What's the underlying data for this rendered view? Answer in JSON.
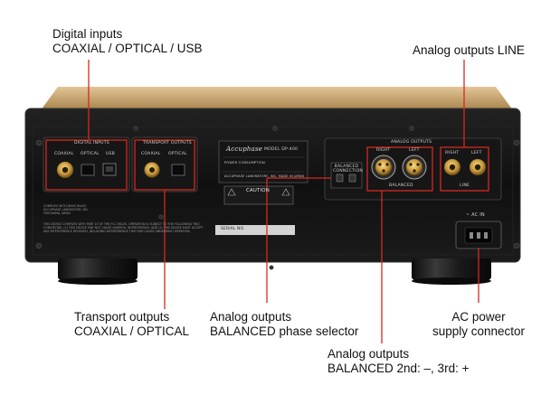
{
  "callouts": {
    "digital_inputs": {
      "line1": "Digital inputs",
      "line2": "COAXIAL / OPTICAL / USB"
    },
    "analog_line": {
      "line1": "Analog outputs LINE"
    },
    "transport_outputs": {
      "line1": "Transport outputs",
      "line2": "COAXIAL / OPTICAL"
    },
    "phase_selector": {
      "line1": "Analog outputs",
      "line2": "BALANCED phase selector"
    },
    "ac_power": {
      "line1": "AC power",
      "line2": "supply connector"
    },
    "balanced_phase": {
      "line1": "Analog outputs",
      "line2": "BALANCED 2nd: –, 3rd: +"
    }
  },
  "panel": {
    "digital_inputs_title": "DIGITAL INPUTS",
    "coaxial": "COAXIAL",
    "optical": "OPTICAL",
    "usb": "USB",
    "transport_title": "TRANSPORT OUTPUTS",
    "t_coaxial": "COAXIAL",
    "t_optical": "OPTICAL",
    "analog_title": "ANALOG OUTPUTS",
    "right": "RIGHT",
    "left": "LEFT",
    "balanced": "BALANCED",
    "line": "LINE",
    "balanced_connection": "BALANCED CONNECTION",
    "brand": "Accuphase",
    "model": "MODEL DP-400",
    "power_consumption": "POWER CONSUMPTION",
    "caution": "CAUTION",
    "made_in": "ACCUPHASE LABORATORY, INC.   MADE IN JAPAN",
    "serial": "SERIAL NO.",
    "ac_in": "~ AC IN",
    "fcc_text": "THIS DEVICE COMPLIES WITH PART 15 OF THE FCC RULES. OPERATION IS SUBJECT TO THE FOLLOWING TWO\nCONDITIONS: (1) THIS DEVICE MAY NOT CAUSE HARMFUL INTERFERENCE, AND (2) THIS DEVICE MUST ACCEPT\nANY INTERFERENCE RECEIVED, INCLUDING INTERFERENCE THAT MAY CAUSE UNDESIRED OPERATION.",
    "complies_text": "COMPLIES WITH DHHS RULES\nACCUPHASE LABORATORY, INC.\nYOKOHAMA, JAPAN"
  },
  "colors": {
    "callout_line": "#d42a1e",
    "chassis": "#121212",
    "top_panel": "#c9a46a",
    "gold": "#c8a24a"
  }
}
